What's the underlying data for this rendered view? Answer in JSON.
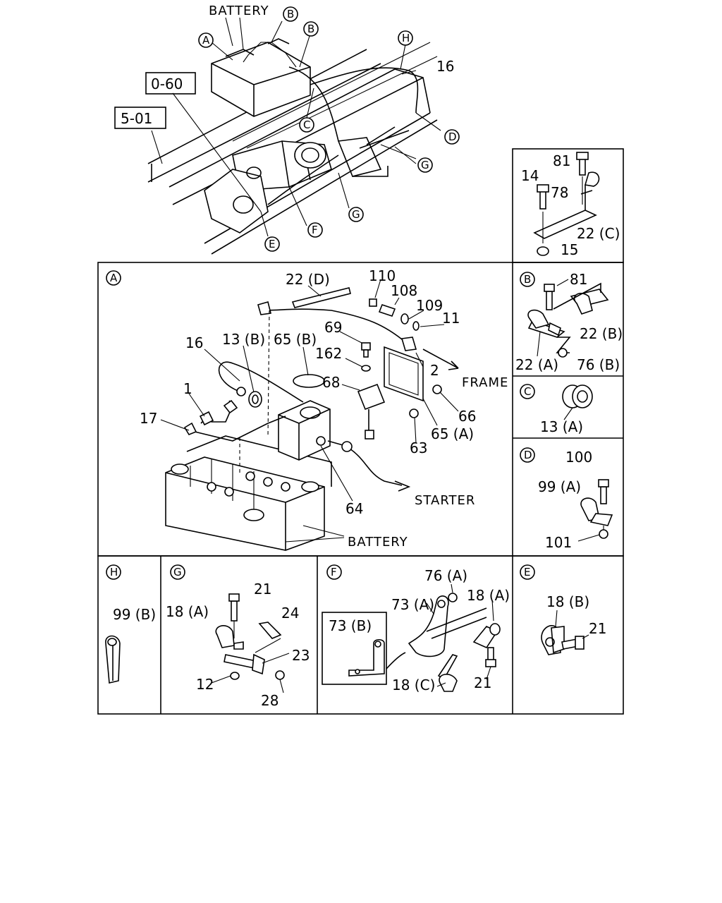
{
  "overview": {
    "battery_label": "BATTERY",
    "ref_boxes": [
      "0-60",
      "5-01"
    ],
    "callouts": [
      "A",
      "B",
      "B",
      "C",
      "D",
      "E",
      "F",
      "G",
      "G",
      "H"
    ],
    "part_16": "16"
  },
  "top_right_panel": {
    "labels": [
      "81",
      "14",
      "78",
      "22 (C)",
      "15"
    ]
  },
  "panel_A": {
    "letter": "A",
    "labels": [
      "22 (D)",
      "110",
      "108",
      "109",
      "11",
      "69",
      "162",
      "2",
      "16",
      "13 (B)",
      "65 (B)",
      "68",
      "66",
      "1",
      "17",
      "63",
      "65 (A)",
      "64"
    ],
    "arrow_frame": "FRAME",
    "arrow_starter": "STARTER",
    "battery_label": "BATTERY"
  },
  "panel_B": {
    "letter": "B",
    "labels": [
      "81",
      "22 (B)",
      "22 (A)",
      "76 (B)"
    ]
  },
  "panel_C": {
    "letter": "C",
    "labels": [
      "13 (A)"
    ]
  },
  "panel_D": {
    "letter": "D",
    "labels": [
      "100",
      "99 (A)",
      "101"
    ]
  },
  "panel_H": {
    "letter": "H",
    "labels": [
      "99 (B)"
    ]
  },
  "panel_G": {
    "letter": "G",
    "labels": [
      "21",
      "18 (A)",
      "24",
      "23",
      "12",
      "28"
    ]
  },
  "panel_F": {
    "letter": "F",
    "labels": [
      "76 (A)",
      "73 (A)",
      "18 (A)",
      "73 (B)",
      "21",
      "18 (C)"
    ]
  },
  "panel_E": {
    "letter": "E",
    "labels": [
      "18 (B)",
      "21"
    ]
  }
}
